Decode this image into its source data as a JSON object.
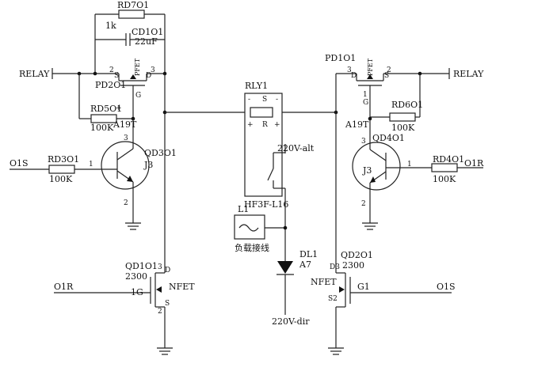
{
  "labels": {
    "rd701": "RD7O1",
    "rd701_value": "1k",
    "cd101": "CD1O1",
    "cd101_value": "22uF",
    "relay_left": "RELAY",
    "relay_right": "RELAY",
    "pd201": "PD2O1",
    "pd101": "PD1O1",
    "pfet_left": "PFET",
    "pfet_right": "PFET",
    "rd501": "RD5O1",
    "rd501_value": "100K",
    "rd601": "RD6O1",
    "rd601_value": "100K",
    "a19t_left": "A19T",
    "a19t_right": "A19T",
    "qd301": "QD3O1",
    "qd401": "QD4O1",
    "j3_left": "J3",
    "j3_right": "J3",
    "rd301": "RD3O1",
    "rd301_value": "100K",
    "rd401": "RD4O1",
    "rd401_value": "100K",
    "o1s_left": "O1S",
    "o1r_right": "O1R",
    "rly1": "RLY1",
    "rly_model": "HF3F-L16",
    "rly_s": "S",
    "rly_r": "R",
    "rly_minus": "-",
    "rly_plus": "+",
    "ac_alt": "220V-alt",
    "ac_dir": "220V-dir",
    "l1": "L1",
    "load_text": "负载接线",
    "dl1": "DL1",
    "dl1_value": "A7",
    "qd101": "QD1O1",
    "qd101_value": "2300",
    "qd201": "QD2O1",
    "qd201_value": "2300",
    "nfet_left": "NFET",
    "nfet_right": "NFET",
    "o1r_left": "O1R",
    "o1s_right": "O1S"
  },
  "pins": {
    "p1": "1",
    "p2": "2",
    "p3": "3",
    "g": "G",
    "d": "D",
    "s": "S",
    "one_g": "1G",
    "g_one": "G1",
    "two_s": "2S",
    "three_d": "3D",
    "d_three": "D3",
    "s_two": "S2",
    "plus": "+"
  }
}
